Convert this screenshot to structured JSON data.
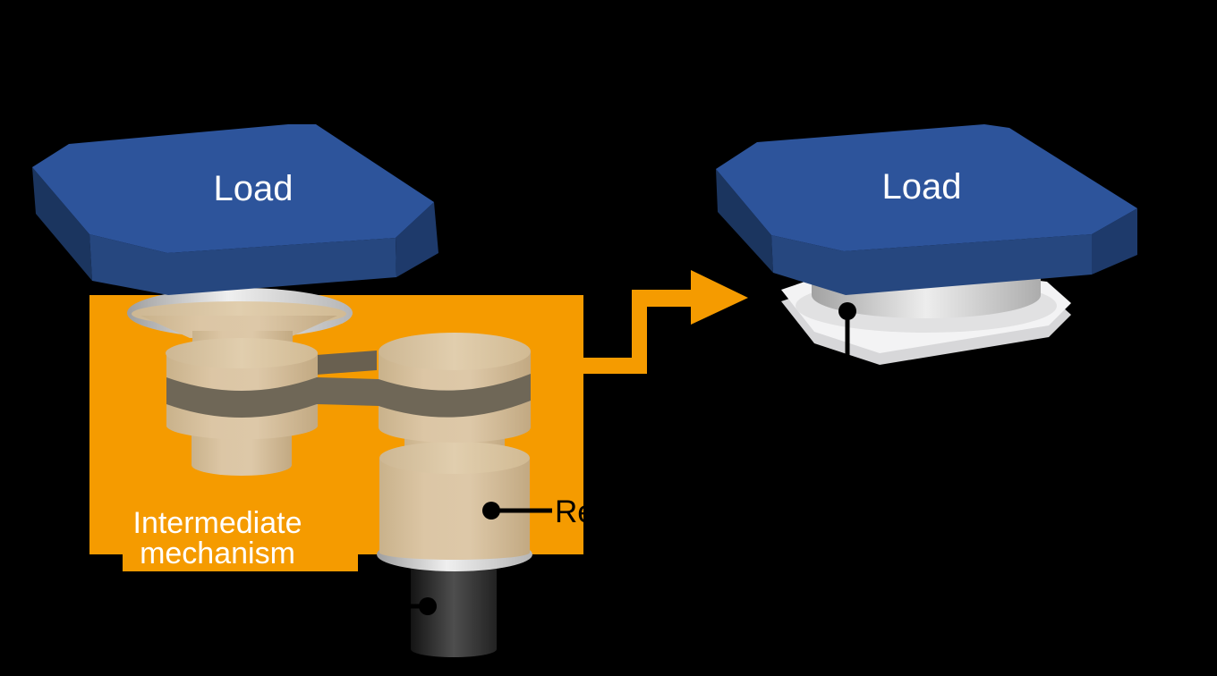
{
  "diagram": {
    "type": "mechanism-comparison",
    "left_system": {
      "load_label": "Load",
      "box_label_line1": "Intermediate",
      "box_label_line2": "mechanism",
      "reducer_callout_visible_text": "Re",
      "parts": [
        "load-plate",
        "coupling-disc",
        "pulley-left",
        "belt",
        "pulley-right",
        "reducer",
        "motor"
      ]
    },
    "right_system": {
      "load_label": "Load",
      "parts": [
        "load-plate",
        "rotor",
        "direct-drive-base"
      ]
    },
    "arrow": {
      "direction": "right",
      "style": "elbow"
    }
  },
  "colors": {
    "background": "#000000",
    "orange": "#F59B00",
    "blue_top": "#2D549B",
    "blue_front": "#26477F",
    "blue_right": "#1E3A6B",
    "blue_left": "#1B355F",
    "belt": "#6F6757",
    "belt_back": "#696050",
    "white_text": "#FFFFFF",
    "black": "#000000",
    "base_top": "#F3F3F4",
    "base_bevel": "#D7D7D9",
    "base_shadow": "#E1E1E2"
  }
}
